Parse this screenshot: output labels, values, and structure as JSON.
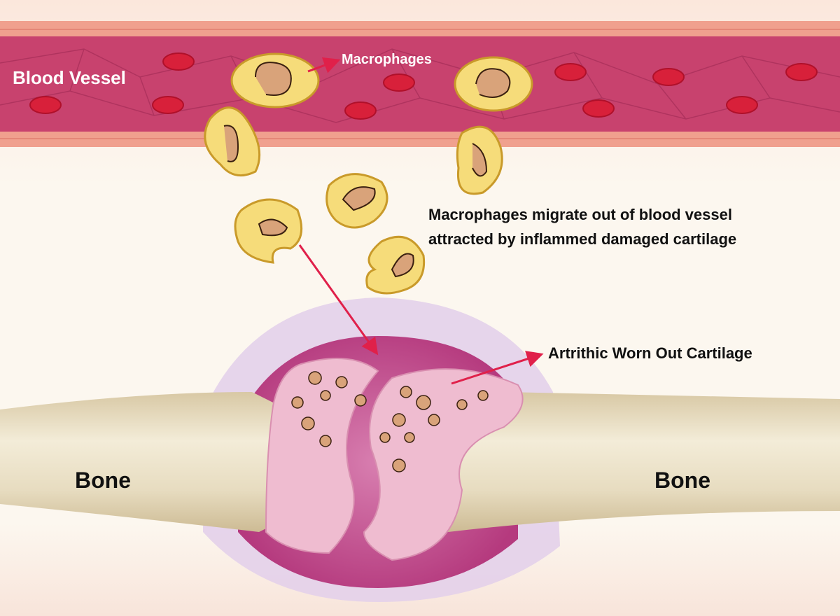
{
  "labels": {
    "blood_vessel": "Blood Vessel",
    "macrophages": "Macrophages",
    "migration_line1": "Macrophages migrate out of blood vessel",
    "migration_line2": "attracted by inflammed damaged cartilage",
    "cartilage": "Artrithic Worn Out Cartilage",
    "bone_left": "Bone",
    "bone_right": "Bone"
  },
  "colors": {
    "background": "#fcf7ef",
    "vessel": "#c8426e",
    "vessel_wall": "#f0a08e",
    "rbc": "#d8203a",
    "macrophage": "#f6dc7a",
    "nucleus": "#d9a37a",
    "arrow": "#e0204a",
    "capsule": "#e3d0ea",
    "cavity": "#c2468a",
    "bone": "#e6dcc2",
    "cartilage": "#efbcd0"
  }
}
